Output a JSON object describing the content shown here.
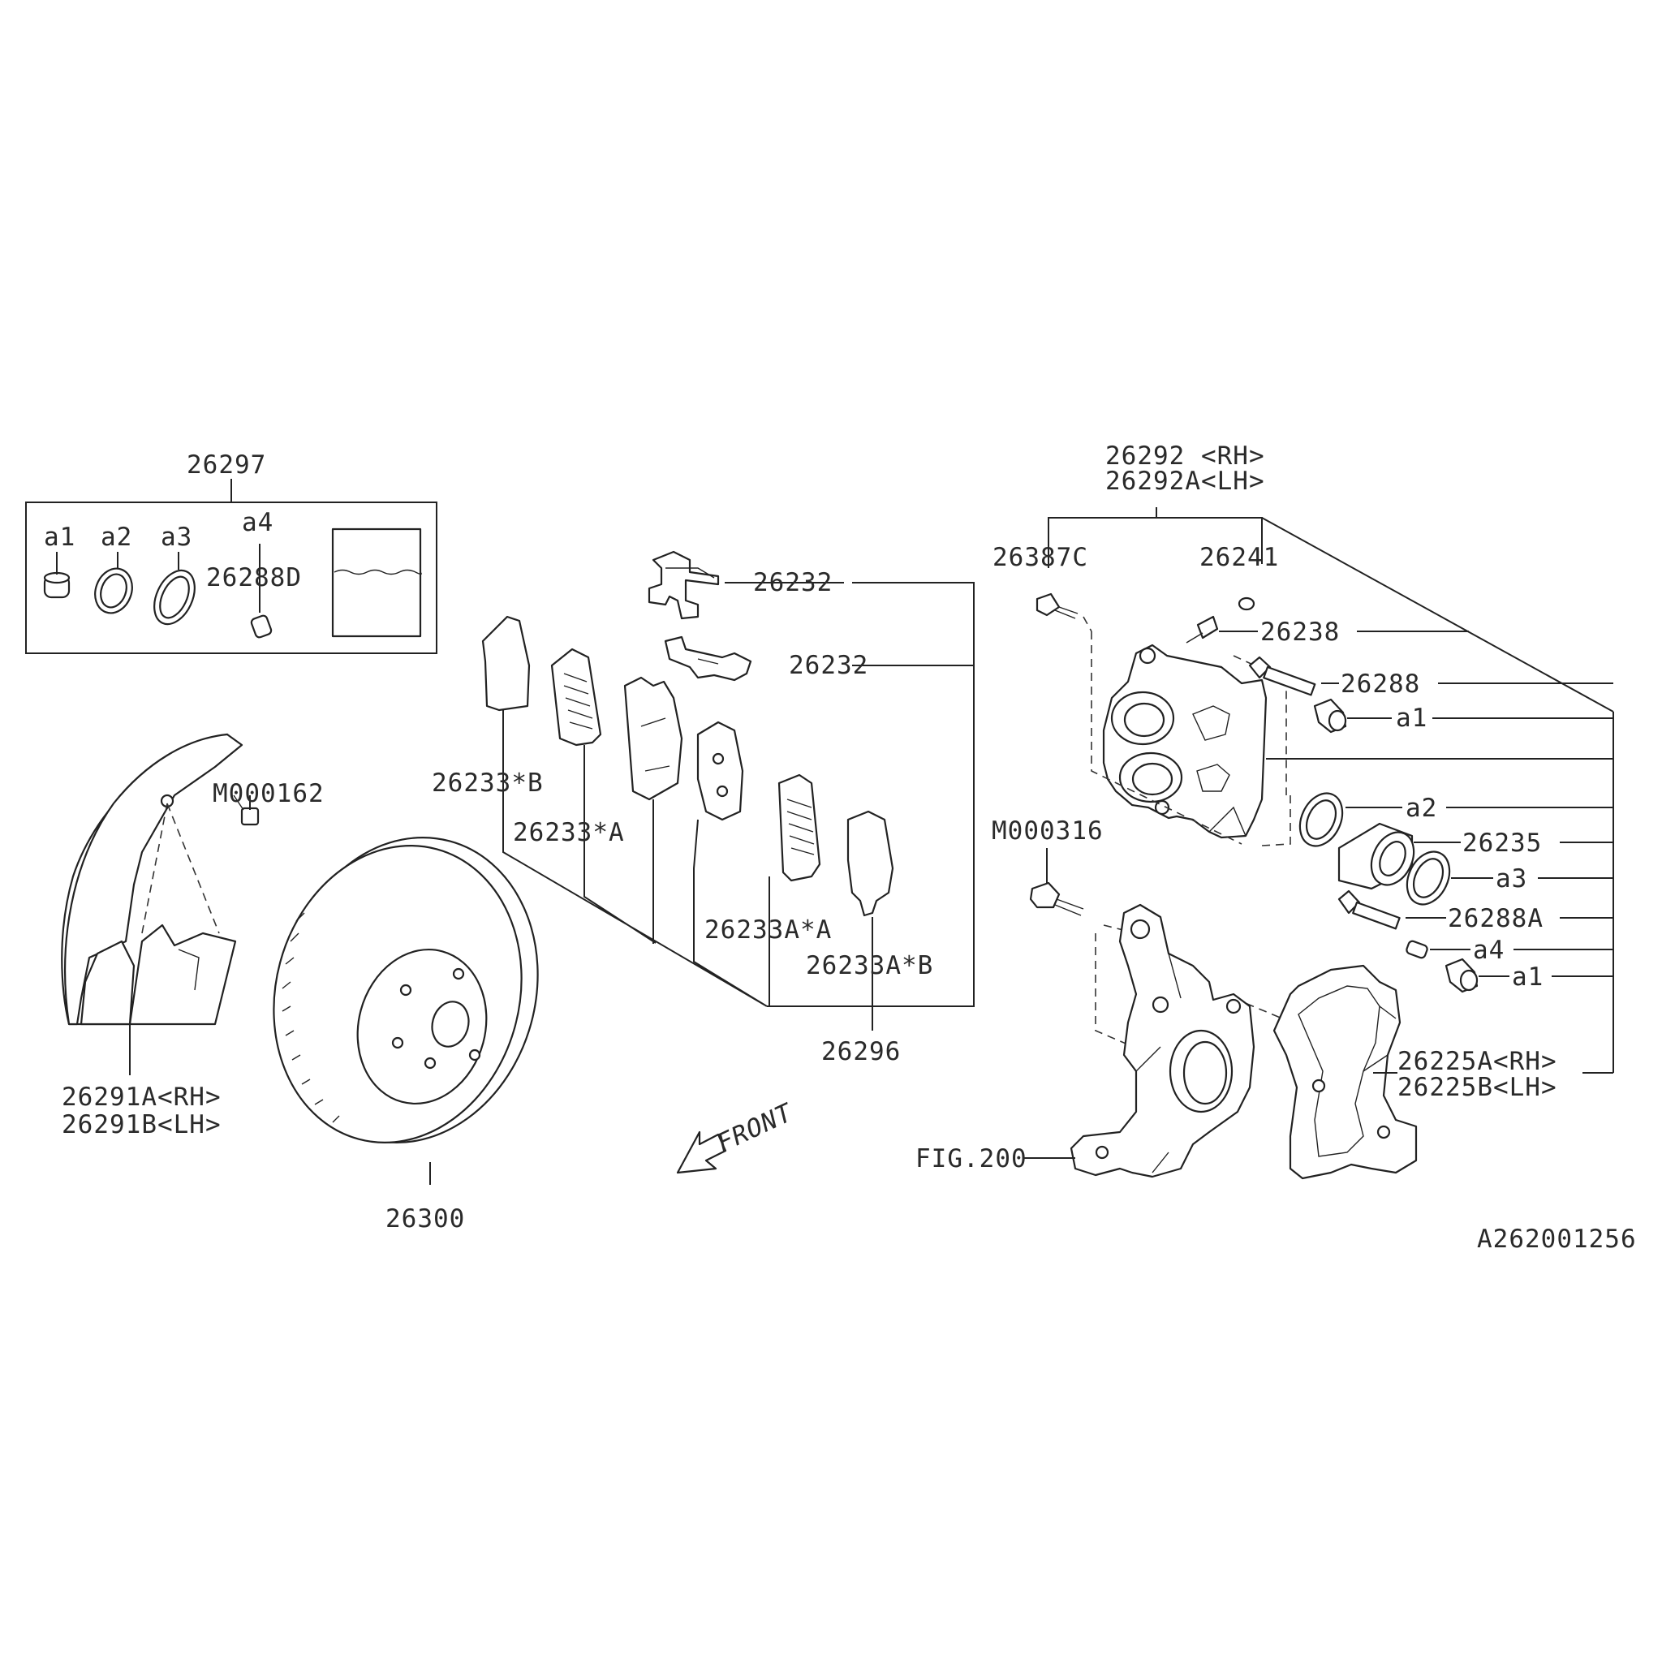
{
  "labels": {
    "kit": "26297",
    "a1_kit": "a1",
    "a2_kit": "a2",
    "a3_kit": "a3",
    "a4_kit": "a4",
    "pin_kit": "26288D",
    "bolt_shield": "M000162",
    "shield_rh": "26291A<RH>",
    "shield_lh": "26291B<LH>",
    "rotor": "26300",
    "clip_upper": "26232",
    "clip_lower": "26232",
    "shim_b": "26233*B",
    "shim_a": "26233*A",
    "shim_aa": "26233A*A",
    "shim_ab": "26233A*B",
    "pad_kit": "26296",
    "front": "FRONT",
    "caliper_rh": "26292 <RH>",
    "caliper_lh": "26292A<LH>",
    "bleeder_bolt": "26387C",
    "cap": "26241",
    "bleeder": "26238",
    "guide_pin": "26288",
    "a1_upper": "a1",
    "a2_right": "a2",
    "piston": "26235",
    "a3_right": "a3",
    "guide_pin_a": "26288A",
    "a4_right": "a4",
    "a1_lower": "a1",
    "bolt_knuckle": "M000316",
    "support_rh": "26225A<RH>",
    "support_lh": "26225B<LH>",
    "fig_ref": "FIG.200",
    "drawing_id": "A262001256"
  }
}
